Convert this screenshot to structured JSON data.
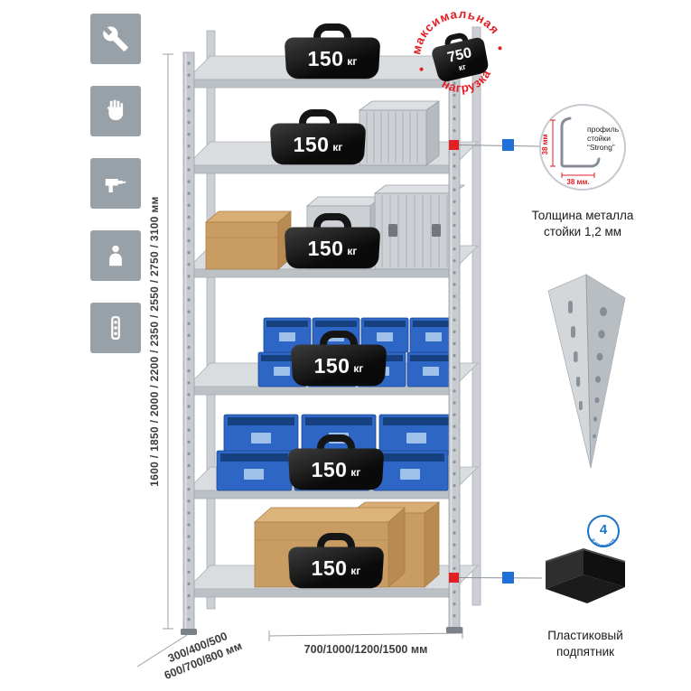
{
  "sidebar": {
    "icons": [
      {
        "name": "wrench"
      },
      {
        "name": "gloves"
      },
      {
        "name": "drill"
      },
      {
        "name": "person"
      },
      {
        "name": "rack-post"
      }
    ]
  },
  "rack": {
    "weights": [
      {
        "value": "150",
        "unit": "кг"
      },
      {
        "value": "150",
        "unit": "кг"
      },
      {
        "value": "150",
        "unit": "кг"
      },
      {
        "value": "150",
        "unit": "кг"
      },
      {
        "value": "150",
        "unit": "кг"
      },
      {
        "value": "150",
        "unit": "кг"
      }
    ]
  },
  "stamp": {
    "arc_top": "максимальная",
    "arc_bottom": "нагрузка",
    "weight_value": "750",
    "weight_unit": "кг"
  },
  "profile_detail": {
    "label_lines": [
      "профиль",
      "стойки",
      "“Strong”"
    ],
    "dim_vertical": "38 мм",
    "dim_horizontal": "38 мм.",
    "caption_lines": [
      "Толщина металла",
      "стойки 1,2 мм"
    ]
  },
  "foot_detail": {
    "badge_value": "4",
    "badge_text": "в комплекте",
    "caption_lines": [
      "Пластиковый",
      "подпятник"
    ]
  },
  "dimensions": {
    "height": "1600 / 1850 / 2000 / 2200 / 2350 / 2550 / 2750 / 3100 мм",
    "depth_line1": "300/400/500",
    "depth_line2": "600/700/800 мм",
    "width": "700/1000/1200/1500 мм"
  },
  "colors": {
    "accent_red": "#e31e24",
    "accent_blue": "#1f6fd6",
    "bin_blue": "#2e66c5",
    "metal_gray": "#c7cbd0"
  }
}
